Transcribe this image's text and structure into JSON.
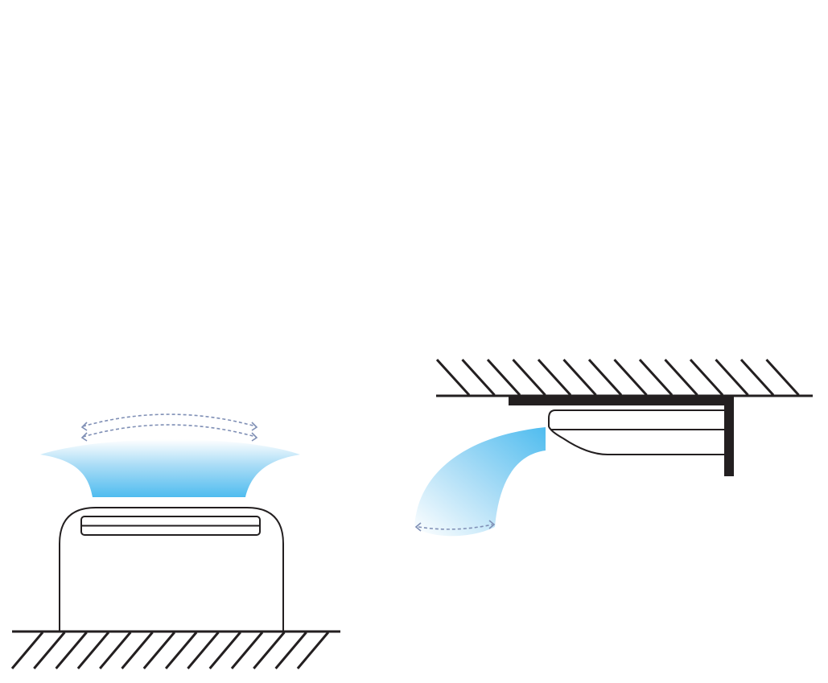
{
  "colors": {
    "line": "#231f20",
    "airflow": "#4fbcef",
    "airflow_fade": "#ffffff",
    "swing_arrow": "#7f8fb5"
  },
  "figures": [
    {
      "name": "floor-standing-unit",
      "icon": "floor-console-ac",
      "airflow": "upward",
      "swing": "horizontal-dual"
    },
    {
      "name": "ceiling-mounted-unit",
      "icon": "ceiling-suspended-ac",
      "airflow": "forward-downward",
      "swing": "horizontal"
    }
  ]
}
